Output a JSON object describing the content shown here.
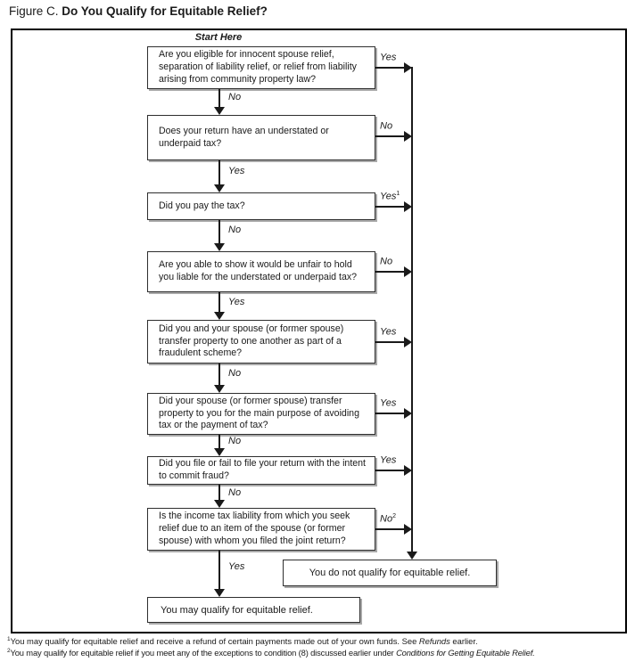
{
  "title": {
    "prefix": "Figure C.",
    "main": "Do You Qualify for Equitable Relief?"
  },
  "flow": {
    "start_label": "Start Here",
    "questions": [
      {
        "text": "Are you eligible for innocent spouse relief, separation of liability relief, or relief from liability arising from community property law?",
        "right_label": "Yes",
        "right_sup": "",
        "down_label": "No"
      },
      {
        "text": "Does your return have an understated or underpaid tax?",
        "right_label": "No",
        "right_sup": "",
        "down_label": "Yes"
      },
      {
        "text": "Did you pay the tax?",
        "right_label": "Yes",
        "right_sup": "1",
        "down_label": "No"
      },
      {
        "text": "Are you able to show it would be unfair to hold you liable for the understated or underpaid tax?",
        "right_label": "No",
        "right_sup": "",
        "down_label": "Yes"
      },
      {
        "text": "Did you and your spouse (or former spouse) transfer property to one another as part of a fraudulent scheme?",
        "right_label": "Yes",
        "right_sup": "",
        "down_label": "No"
      },
      {
        "text": "Did your spouse (or former spouse) transfer property to you for the main purpose of avoiding tax or the payment of tax?",
        "right_label": "Yes",
        "right_sup": "",
        "down_label": "No"
      },
      {
        "text": "Did you file or fail to file your return with the intent to commit fraud?",
        "right_label": "Yes",
        "right_sup": "",
        "down_label": "No"
      },
      {
        "text": "Is the income tax liability from which you seek relief due to an item of the spouse (or former spouse) with whom you filed the joint return?",
        "right_label": "No",
        "right_sup": "2",
        "down_label": "Yes"
      }
    ],
    "results": {
      "not_qualify": "You do not qualify for equitable relief.",
      "may_qualify": "You may qualify for equitable relief."
    }
  },
  "footnotes": [
    {
      "sup": "1",
      "prefix": "You may qualify for equitable relief and receive a refund of certain payments made out of your own funds. See ",
      "italic": "Refunds",
      "suffix": " earlier."
    },
    {
      "sup": "2",
      "prefix": "You may qualify for equitable relief if you meet any of the exceptions to condition (8) discussed earlier under ",
      "italic": "Conditions for Getting Equitable Relief.",
      "suffix": ""
    }
  ],
  "colors": {
    "line": "#1a1a1a",
    "box_border": "#2e2e2e",
    "box_shadow": "#a9a9a9",
    "background": "#ffffff"
  }
}
